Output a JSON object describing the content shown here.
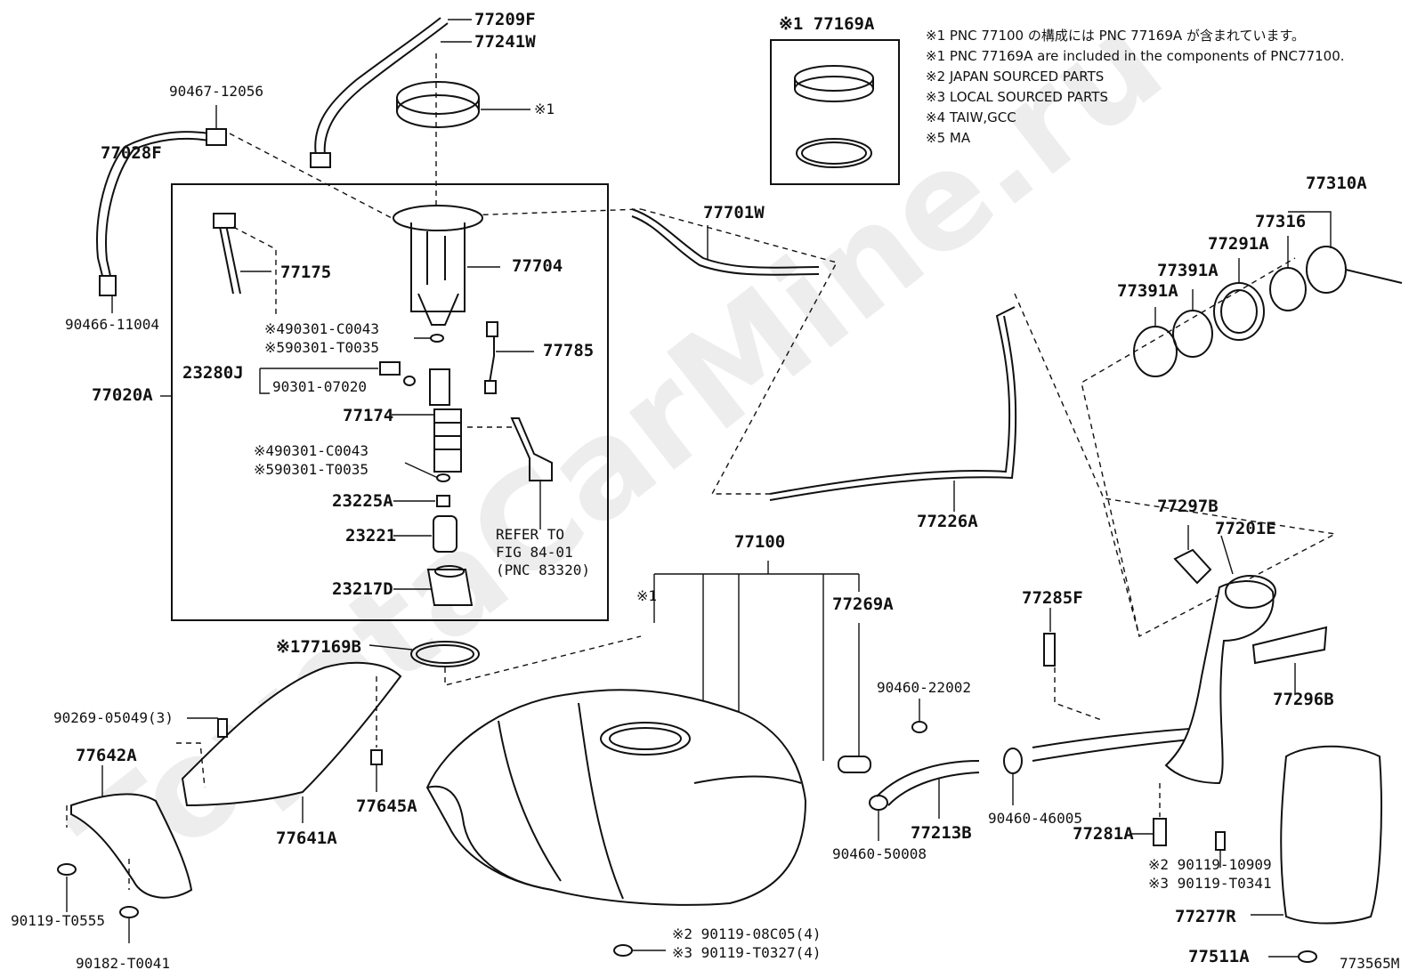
{
  "watermark": "ToyotaCarMine.ru",
  "figure_code": "773565M",
  "notes": [
    "※1 PNC 77100 の構成には PNC 77169A が含まれています。",
    "※1 PNC 77169A are included in the components of PNC77100.",
    "※2 JAPAN SOURCED PARTS",
    "※3 LOCAL SOURCED PARTS",
    "※4 TAIW,GCC",
    "※5 MA"
  ],
  "inset_label": "※1 77169A",
  "labels": {
    "l77209F": "77209F",
    "l77241W": "77241W",
    "l90467": "90467-12056",
    "l77028F": "77028F",
    "l90466": "90466-11004",
    "lmark1": "※1",
    "l77701W": "77701W",
    "l77175": "77175",
    "l77704": "77704",
    "l90301c4": "※490301-C0043",
    "l90301t5": "※590301-T0035",
    "l77785": "77785",
    "l23280J": "23280J",
    "l90301_07020": "90301-07020",
    "l77020A": "77020A",
    "l77174": "77174",
    "l90301c4b": "※490301-C0043",
    "l90301t5b": "※590301-T0035",
    "l23225A": "23225A",
    "l23221": "23221",
    "l23217D": "23217D",
    "refer1": "REFER TO",
    "refer2": "FIG 84-01",
    "refer3": "(PNC 83320)",
    "l77310A": "77310A",
    "l77316": "77316",
    "l77291A": "77291A",
    "l77391A1": "77391A",
    "l77391A2": "77391A",
    "l77226A": "77226A",
    "l77100": "77100",
    "lmark1b": "※1",
    "l77269A": "77269A",
    "l77297B": "77297B",
    "l77201E": "77201E",
    "l77285F": "77285F",
    "l77296B": "77296B",
    "l77169B": "※177169B",
    "l90269": "90269-05049(3)",
    "l77642A": "77642A",
    "l77645A": "77645A",
    "l77641A": "77641A",
    "l90460_22002": "90460-22002",
    "l90460_46005": "90460-46005",
    "l77213B": "77213B",
    "l90460_50008": "90460-50008",
    "l77281A": "77281A",
    "l90119_10909": "※2 90119-10909",
    "l90119_T0341": "※3 90119-T0341",
    "l77277R": "77277R",
    "l77511A": "77511A",
    "l90119_T0555": "90119-T0555",
    "l90182_T0041": "90182-T0041",
    "l90119_08C05": "※2 90119-08C05(4)",
    "l90119_T0327": "※3 90119-T0327(4)"
  }
}
